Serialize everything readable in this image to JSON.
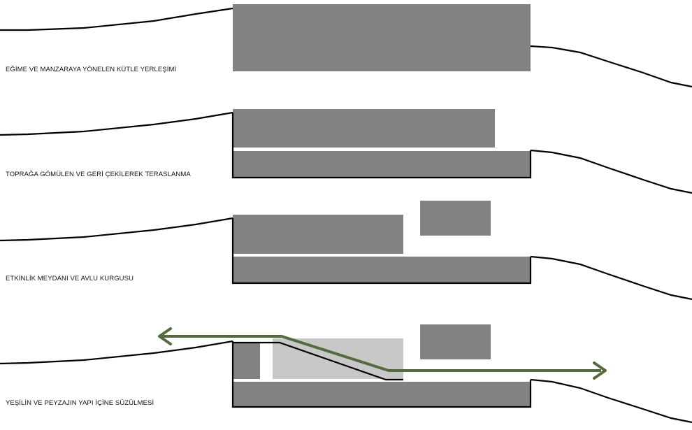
{
  "stages": [
    {
      "id": "stage-1",
      "label": "EĞİME VE MANZARAYA YÖNELEN KÜTLE YERLEŞİMİ"
    },
    {
      "id": "stage-2",
      "label": "TOPRAĞA GÖMÜLEN VE GERİ ÇEKİLEREK TERASLANMA"
    },
    {
      "id": "stage-3",
      "label": "ETKİNLİK MEYDANI VE AVLU  KURGUSU"
    },
    {
      "id": "stage-4",
      "label": "YEŞİLİN VE PEYZAJIN YAPI İÇİNE SÜZÜLMESİ"
    }
  ],
  "colors": {
    "mass": "#828282",
    "mass_light": "#c8c8c8",
    "terrain": "#000000",
    "landscape_arrow": "#556b3f",
    "background": "#ffffff"
  }
}
